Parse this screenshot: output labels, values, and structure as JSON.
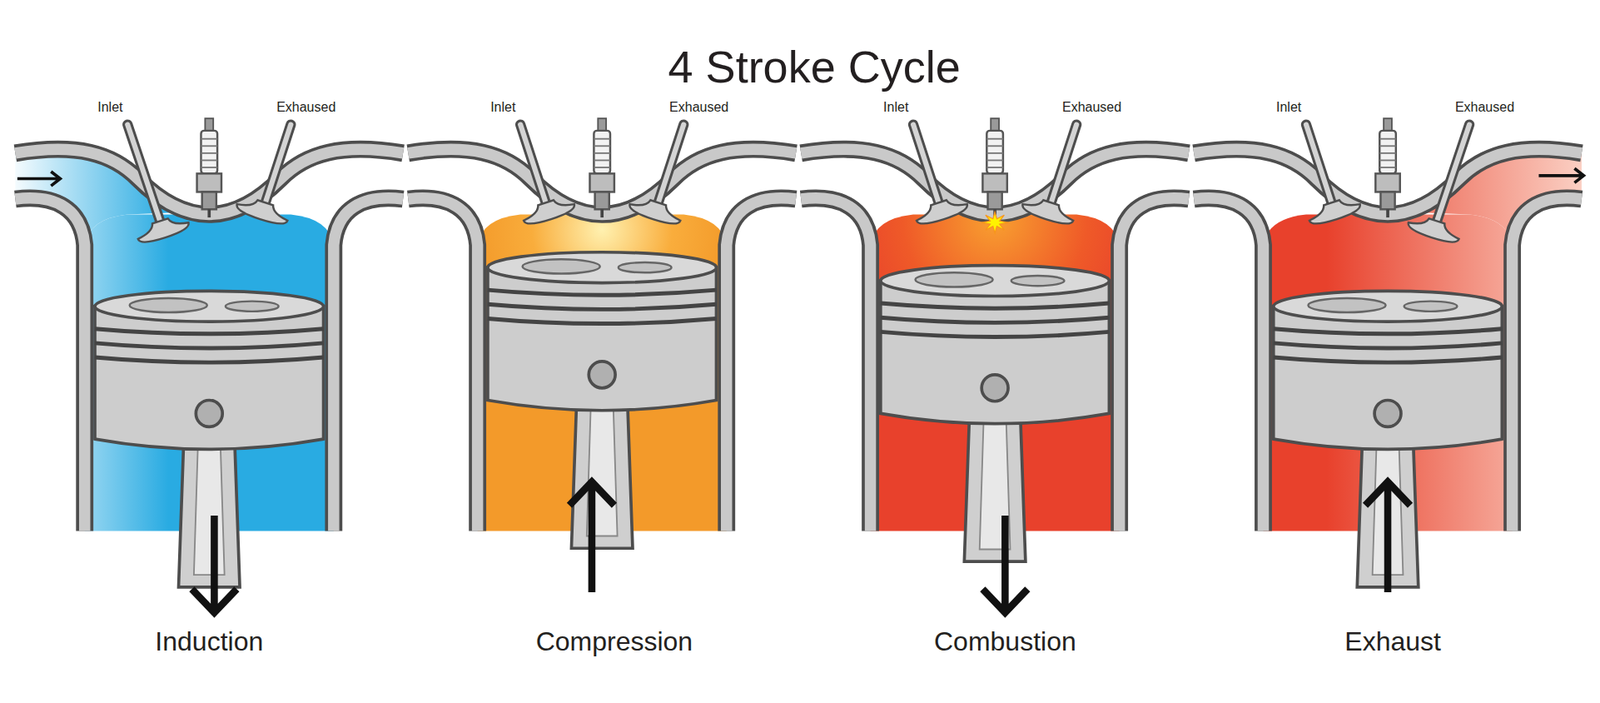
{
  "diagram": {
    "title": "4 Stroke Cycle",
    "labels": [
      "Inlet",
      "Exhaused",
      "Inlet",
      "Exhaused",
      "Inlet",
      "Exhaused",
      "Inlet",
      "Exhaused",
      "Induction",
      "Compression",
      "Combustion",
      "Exhaust"
    ]
  }
}
